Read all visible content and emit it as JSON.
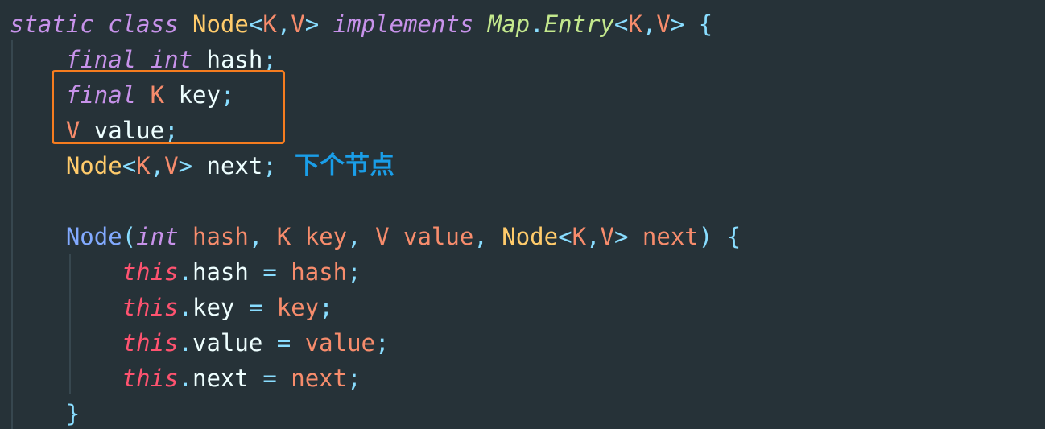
{
  "code": {
    "lines": [
      [
        {
          "t": "static",
          "c": "keyword"
        },
        {
          "t": " "
        },
        {
          "t": "class",
          "c": "keyword"
        },
        {
          "t": " "
        },
        {
          "t": "Node",
          "c": "class"
        },
        {
          "t": "<",
          "c": "punct"
        },
        {
          "t": "K",
          "c": "type-param"
        },
        {
          "t": ",",
          "c": "punct"
        },
        {
          "t": "V",
          "c": "type-param"
        },
        {
          "t": ">",
          "c": "punct"
        },
        {
          "t": " "
        },
        {
          "t": "implements",
          "c": "keyword"
        },
        {
          "t": " "
        },
        {
          "t": "Map",
          "c": "iface"
        },
        {
          "t": ".",
          "c": "punct"
        },
        {
          "t": "Entry",
          "c": "iface"
        },
        {
          "t": "<",
          "c": "punct"
        },
        {
          "t": "K",
          "c": "type-param"
        },
        {
          "t": ",",
          "c": "punct"
        },
        {
          "t": "V",
          "c": "type-param"
        },
        {
          "t": ">",
          "c": "punct"
        },
        {
          "t": " "
        },
        {
          "t": "{",
          "c": "punct"
        }
      ],
      [
        {
          "t": "    "
        },
        {
          "t": "final",
          "c": "keyword"
        },
        {
          "t": " "
        },
        {
          "t": "int",
          "c": "keyword"
        },
        {
          "t": " "
        },
        {
          "t": "hash",
          "c": "ident"
        },
        {
          "t": ";",
          "c": "punct"
        }
      ],
      [
        {
          "t": "    "
        },
        {
          "t": "final",
          "c": "keyword"
        },
        {
          "t": " "
        },
        {
          "t": "K",
          "c": "type-param"
        },
        {
          "t": " "
        },
        {
          "t": "key",
          "c": "ident"
        },
        {
          "t": ";",
          "c": "punct"
        }
      ],
      [
        {
          "t": "    "
        },
        {
          "t": "V",
          "c": "type-param"
        },
        {
          "t": " "
        },
        {
          "t": "value",
          "c": "ident"
        },
        {
          "t": ";",
          "c": "punct"
        }
      ],
      [
        {
          "t": "    "
        },
        {
          "t": "Node",
          "c": "class"
        },
        {
          "t": "<",
          "c": "punct"
        },
        {
          "t": "K",
          "c": "type-param"
        },
        {
          "t": ",",
          "c": "punct"
        },
        {
          "t": "V",
          "c": "type-param"
        },
        {
          "t": ">",
          "c": "punct"
        },
        {
          "t": " "
        },
        {
          "t": "next",
          "c": "ident"
        },
        {
          "t": ";",
          "c": "punct"
        }
      ],
      [],
      [
        {
          "t": "    "
        },
        {
          "t": "Node",
          "c": "func"
        },
        {
          "t": "(",
          "c": "punct"
        },
        {
          "t": "int",
          "c": "keyword"
        },
        {
          "t": " "
        },
        {
          "t": "hash",
          "c": "param"
        },
        {
          "t": ",",
          "c": "punct"
        },
        {
          "t": " "
        },
        {
          "t": "K",
          "c": "type-param"
        },
        {
          "t": " "
        },
        {
          "t": "key",
          "c": "param"
        },
        {
          "t": ",",
          "c": "punct"
        },
        {
          "t": " "
        },
        {
          "t": "V",
          "c": "type-param"
        },
        {
          "t": " "
        },
        {
          "t": "value",
          "c": "param"
        },
        {
          "t": ",",
          "c": "punct"
        },
        {
          "t": " "
        },
        {
          "t": "Node",
          "c": "class"
        },
        {
          "t": "<",
          "c": "punct"
        },
        {
          "t": "K",
          "c": "type-param"
        },
        {
          "t": ",",
          "c": "punct"
        },
        {
          "t": "V",
          "c": "type-param"
        },
        {
          "t": ">",
          "c": "punct"
        },
        {
          "t": " "
        },
        {
          "t": "next",
          "c": "param"
        },
        {
          "t": ")",
          "c": "punct"
        },
        {
          "t": " "
        },
        {
          "t": "{",
          "c": "punct"
        }
      ],
      [
        {
          "t": "        "
        },
        {
          "t": "this",
          "c": "this"
        },
        {
          "t": ".",
          "c": "punct"
        },
        {
          "t": "hash",
          "c": "ident"
        },
        {
          "t": " "
        },
        {
          "t": "=",
          "c": "punct"
        },
        {
          "t": " "
        },
        {
          "t": "hash",
          "c": "param"
        },
        {
          "t": ";",
          "c": "punct"
        }
      ],
      [
        {
          "t": "        "
        },
        {
          "t": "this",
          "c": "this"
        },
        {
          "t": ".",
          "c": "punct"
        },
        {
          "t": "key",
          "c": "ident"
        },
        {
          "t": " "
        },
        {
          "t": "=",
          "c": "punct"
        },
        {
          "t": " "
        },
        {
          "t": "key",
          "c": "param"
        },
        {
          "t": ";",
          "c": "punct"
        }
      ],
      [
        {
          "t": "        "
        },
        {
          "t": "this",
          "c": "this"
        },
        {
          "t": ".",
          "c": "punct"
        },
        {
          "t": "value",
          "c": "ident"
        },
        {
          "t": " "
        },
        {
          "t": "=",
          "c": "punct"
        },
        {
          "t": " "
        },
        {
          "t": "value",
          "c": "param"
        },
        {
          "t": ";",
          "c": "punct"
        }
      ],
      [
        {
          "t": "        "
        },
        {
          "t": "this",
          "c": "this"
        },
        {
          "t": ".",
          "c": "punct"
        },
        {
          "t": "next",
          "c": "ident"
        },
        {
          "t": " "
        },
        {
          "t": "=",
          "c": "punct"
        },
        {
          "t": " "
        },
        {
          "t": "next",
          "c": "param"
        },
        {
          "t": ";",
          "c": "punct"
        }
      ],
      [
        {
          "t": "    "
        },
        {
          "t": "}",
          "c": "punct"
        }
      ]
    ]
  },
  "annotation": {
    "text": "下个节点",
    "color": "#1a9ee8"
  },
  "highlight": {
    "color": "#f57c1f"
  },
  "theme": {
    "background": "#263238"
  }
}
